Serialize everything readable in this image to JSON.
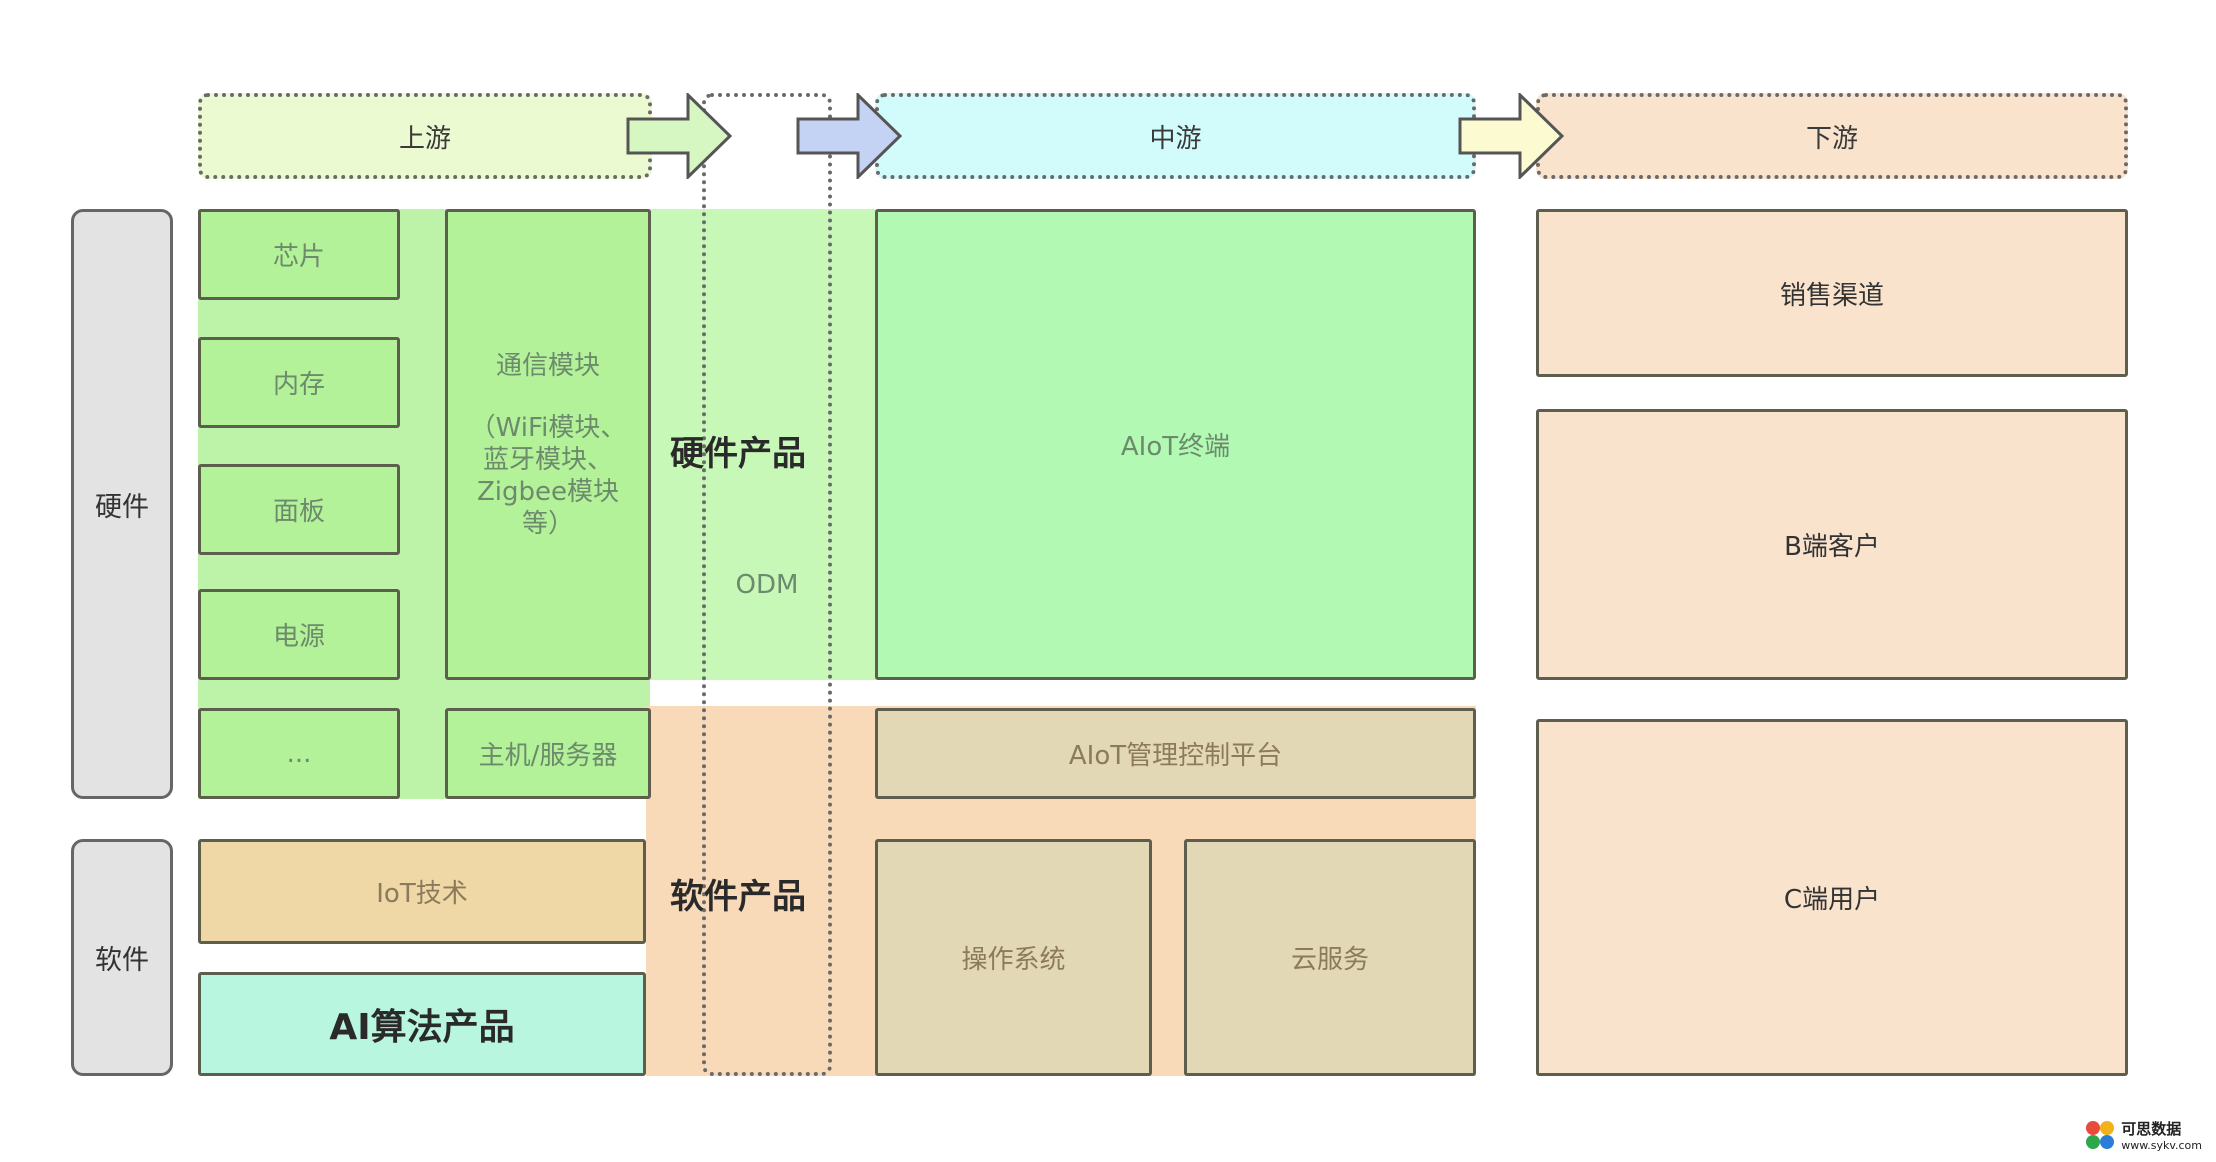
{
  "stages": {
    "upstream": "上游",
    "midstream": "中游",
    "downstream": "下游"
  },
  "side": {
    "hardware": "硬件",
    "software": "软件"
  },
  "upstream": {
    "chip": "芯片",
    "memory": "内存",
    "panel": "面板",
    "power": "电源",
    "more": "...",
    "comm_title": "通信模块",
    "comm_detail": "（WiFi模块、蓝牙模块、Zigbee模块等）",
    "host": "主机/服务器",
    "iot": "IoT技术",
    "ai": "AI算法产品"
  },
  "middle": {
    "hardware_product": "硬件产品",
    "odm": "ODM",
    "aiot_terminal": "AIoT终端",
    "software_product": "软件产品",
    "aiot_platform": "AIoT管理控制平台",
    "os": "操作系统",
    "cloud": "云服务"
  },
  "downstream": {
    "sales": "销售渠道",
    "b_client": "B端客户",
    "c_user": "C端用户"
  },
  "watermark": {
    "title": "可思数据",
    "url": "www.sykv.com"
  },
  "colors": {
    "upstream_fill": "#ecfad2",
    "midstream_fill": "#d2fbfb",
    "downstream_fill": "#fae3cc",
    "hardware_green": "#b4f29a",
    "software_orange": "#f8d9b8",
    "iot_fill": "#efd8a6",
    "ai_fill": "#b8f6e0",
    "platform_fill": "#e3d8b6"
  }
}
